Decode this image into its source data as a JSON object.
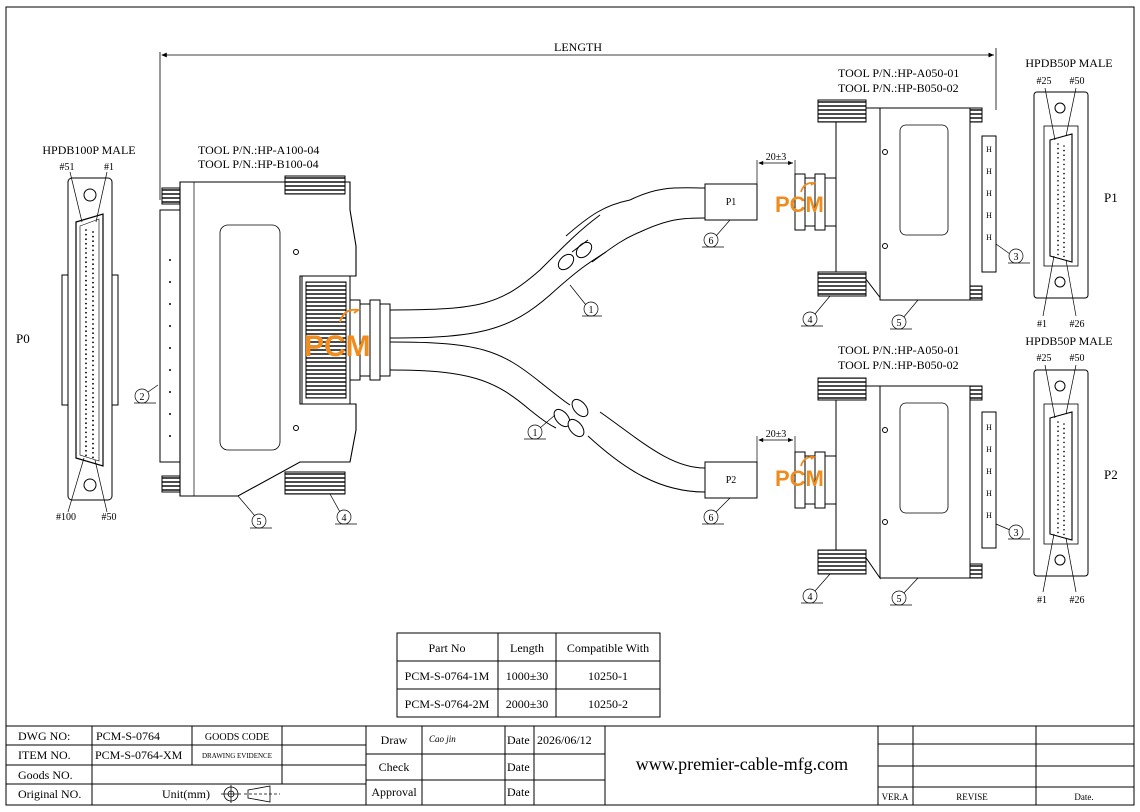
{
  "dimension": {
    "length_label": "LENGTH"
  },
  "p0": {
    "label": "P0",
    "title": "HPDB100P MALE",
    "pin_top_left": "#51",
    "pin_top_right": "#1",
    "pin_bottom_left": "#100",
    "pin_bottom_right": "#50",
    "tool_line1": "TOOL P/N.:HP-A100-04",
    "tool_line2": "TOOL P/N.:HP-B100-04"
  },
  "p1": {
    "label": "P1",
    "sleeve_label": "P1",
    "title": "HPDB50P MALE",
    "pin_top_left": "#25",
    "pin_top_right": "#50",
    "pin_bottom_left": "#1",
    "pin_bottom_right": "#26",
    "tool_line1": "TOOL P/N.:HP-A050-01",
    "tool_line2": "TOOL P/N.:HP-B050-02",
    "dim": "20±3"
  },
  "p2": {
    "label": "P2",
    "sleeve_label": "P2",
    "title": "HPDB50P MALE",
    "pin_top_left": "#25",
    "pin_top_right": "#50",
    "pin_bottom_left": "#1",
    "pin_bottom_right": "#26",
    "tool_line1": "TOOL P/N.:HP-A050-01",
    "tool_line2": "TOOL P/N.:HP-B050-02",
    "dim": "20±3"
  },
  "callouts": {
    "c1": "1",
    "c2": "2",
    "c3": "3",
    "c4": "4",
    "c5": "5",
    "c6": "6"
  },
  "logo": {
    "text": "PCM"
  },
  "parts_table": {
    "headers": [
      "Part No",
      "Length",
      "Compatible With"
    ],
    "rows": [
      [
        "PCM-S-0764-1M",
        "1000±30",
        "10250-1"
      ],
      [
        "PCM-S-0764-2M",
        "2000±30",
        "10250-2"
      ]
    ]
  },
  "title_block": {
    "dwg_no_label": "DWG NO:",
    "dwg_no": "PCM-S-0764",
    "goods_code_label": "GOODS CODE",
    "item_no_label": "ITEM NO.",
    "item_no": "PCM-S-0764-XM",
    "drawing_evidence_label": "DRAWING EVIDENCE",
    "goods_no_label": "Goods NO.",
    "original_no_label": "Original NO.",
    "unit_label": "Unit(mm)",
    "draw_label": "Draw",
    "draw_signature": "Cao jin",
    "check_label": "Check",
    "approval_label": "Approval",
    "date_label": "Date",
    "date_value": "2026/06/12",
    "website": "www.premier-cable-mfg.com",
    "ver_label": "VER.A",
    "revise_label": "REVISE",
    "revise_date_label": "Date."
  },
  "colors": {
    "logo_orange": "#f08c1e",
    "line": "#000000"
  }
}
